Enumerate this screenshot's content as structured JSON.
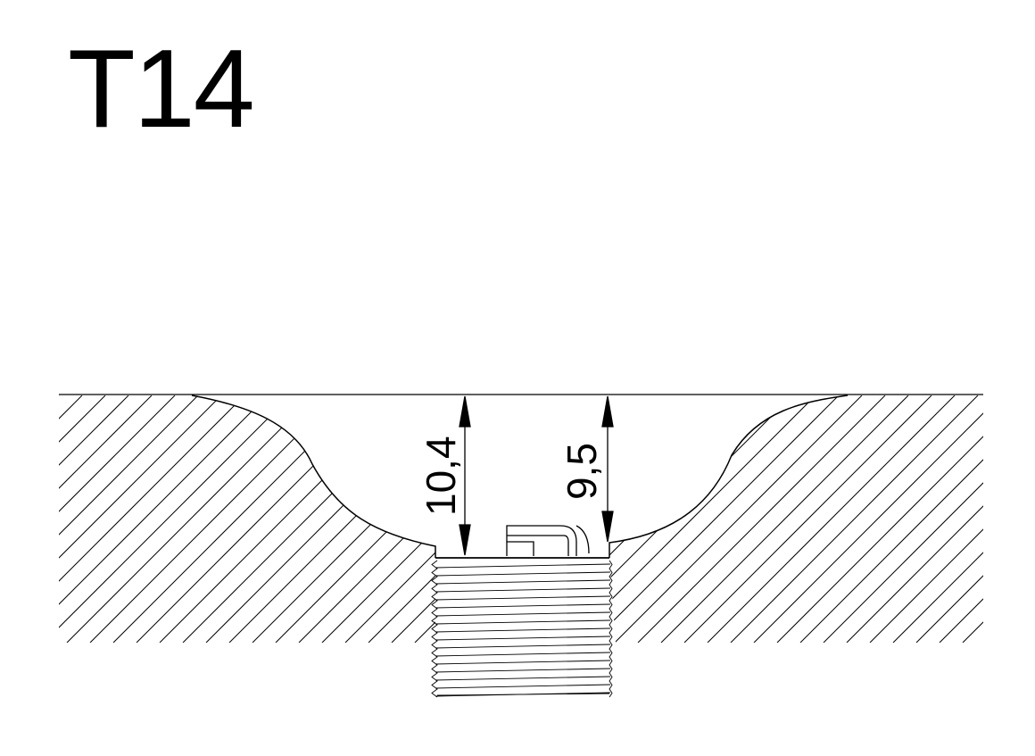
{
  "drawing": {
    "title": "T14",
    "dimensions": [
      {
        "label": "10,4"
      },
      {
        "label": "9,5"
      }
    ],
    "colors": {
      "line": "#000000",
      "background": "#ffffff"
    }
  }
}
